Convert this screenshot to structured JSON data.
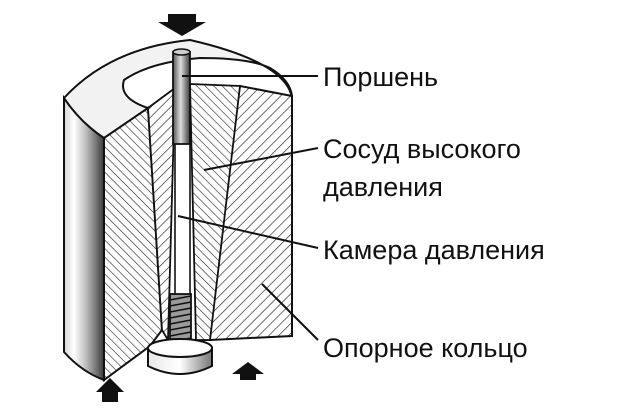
{
  "labels": {
    "piston": "Поршень",
    "vessel_line1": "Сосуд высокого",
    "vessel_line2": "давления",
    "chamber": "Камера давления",
    "support_ring": "Опорное кольцо"
  },
  "colors": {
    "outline": "#111111",
    "hatch": "#222222",
    "surface_light": "#f2f2f2",
    "surface_mid": "#bdbdbd",
    "surface_dark": "#4a4a4a",
    "background": "#ffffff"
  }
}
